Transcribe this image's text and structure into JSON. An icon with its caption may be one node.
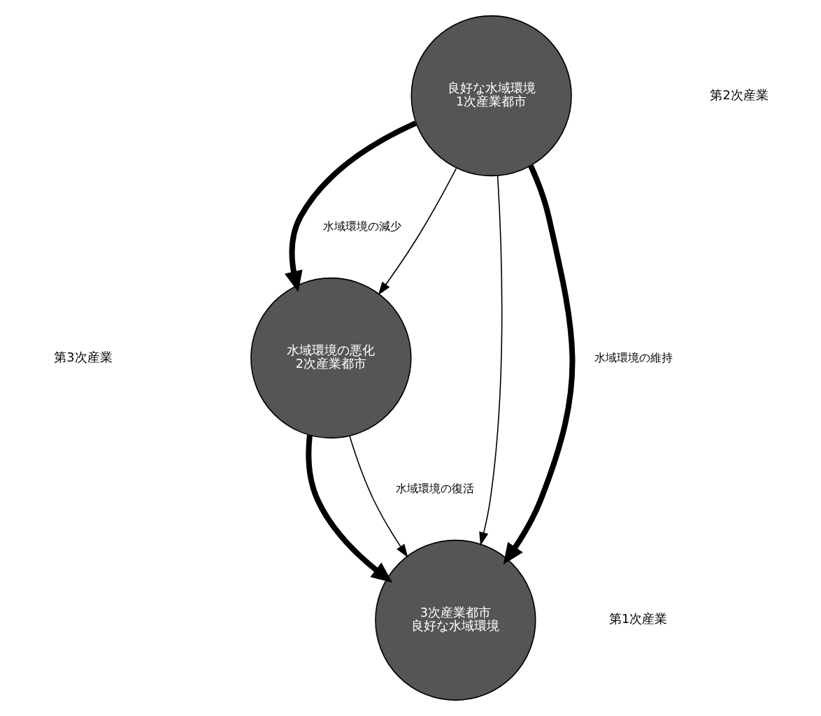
{
  "diagram": {
    "nodes": [
      {
        "text": [
          "良好な水域環境",
          "1次産業都市"
        ]
      },
      {
        "text": [
          "水域環境の悪化",
          "2次産業都市"
        ]
      },
      {
        "text": [
          "3次産業都市",
          "良好な水域環境"
        ]
      }
    ],
    "edges": [
      {
        "from": 0,
        "to": 1,
        "arrow": "to",
        "label": "水域環境の減少",
        "style": "thick"
      },
      {
        "from": 0,
        "to": 1,
        "arrow": "to"
      },
      {
        "from": 0,
        "to": 2,
        "arrow": "to"
      },
      {
        "from": 0,
        "to": 2,
        "arrow": "to",
        "label": "水域環境の維持",
        "style": "thick"
      },
      {
        "from": 1,
        "to": 2,
        "arrow": "to",
        "style": "thick"
      },
      {
        "from": 1,
        "to": 2,
        "arrow": "to",
        "label": "水域環境の復活"
      }
    ],
    "labels": [
      "第3次産業",
      "第2次産業",
      "第1次産業"
    ]
  }
}
